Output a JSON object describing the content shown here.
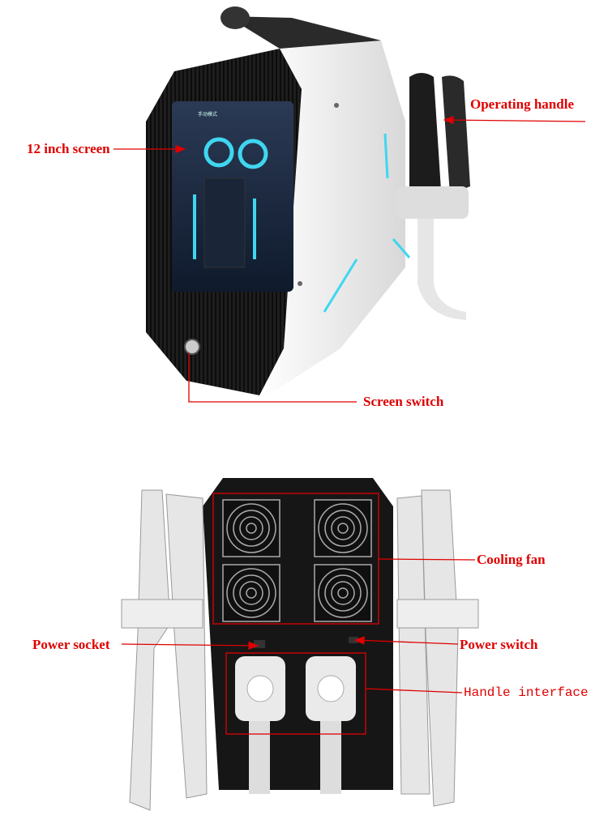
{
  "labels": {
    "screen": "12 inch screen",
    "operating_handle": "Operating handle",
    "screen_switch": "Screen switch",
    "cooling_fan": "Cooling fan",
    "power_socket": "Power socket",
    "power_switch": "Power switch",
    "handle_interface": "Handle interface"
  },
  "device_screen": {
    "title": "手动模式"
  },
  "colors": {
    "annotation": "#e00000",
    "accent_glow": "#3fd6f0",
    "body_dark": "#1b1b1b",
    "body_light": "#f2f2f2"
  }
}
